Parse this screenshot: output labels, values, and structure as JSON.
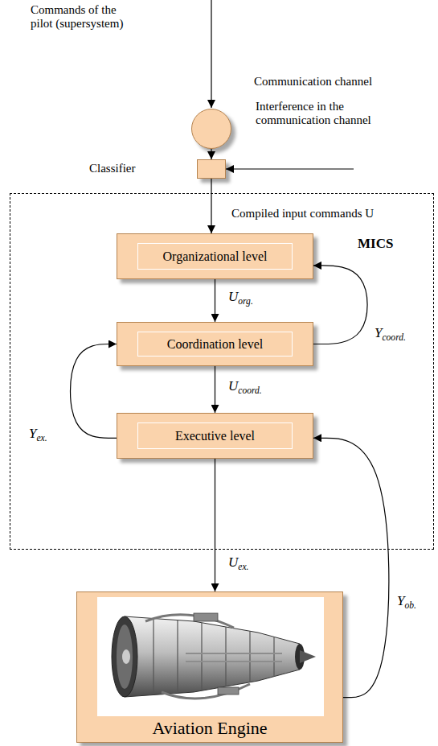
{
  "diagram": {
    "nodes": [
      {
        "text": [
          "Communication channel"
        ]
      },
      {
        "text": [
          "Classifier"
        ]
      },
      {
        "text": [
          "MICS"
        ]
      },
      {
        "text": [
          "Organizational level"
        ],
        "in": 2
      },
      {
        "text": [
          "Coordination level"
        ],
        "in": 2
      },
      {
        "text": [
          "Executive level"
        ],
        "in": 2
      },
      {
        "text": [
          "Aviation Engine"
        ]
      }
    ],
    "edges": [
      {
        "from": 0,
        "to": 1,
        "arrow": "to"
      },
      {
        "from": 1,
        "to": 3,
        "label": "Compiled input commands U",
        "arrow": "to"
      },
      {
        "from": 3,
        "to": 4,
        "label": "Uorg.",
        "arrow": "to"
      },
      {
        "from": 4,
        "to": 3,
        "label": "Ycoord.",
        "arrow": "to"
      },
      {
        "from": 4,
        "to": 5,
        "label": "Ucoord.",
        "arrow": "to"
      },
      {
        "from": 5,
        "to": 4,
        "label": "Yex.",
        "arrow": "to"
      },
      {
        "from": 5,
        "to": 6,
        "label": "Uex.",
        "arrow": "to"
      },
      {
        "from": 6,
        "to": 5,
        "label": "Yob.",
        "arrow": "to"
      }
    ],
    "labels": [
      "Commands of the pilot (supersystem)",
      "Interference in the communication channel"
    ]
  }
}
